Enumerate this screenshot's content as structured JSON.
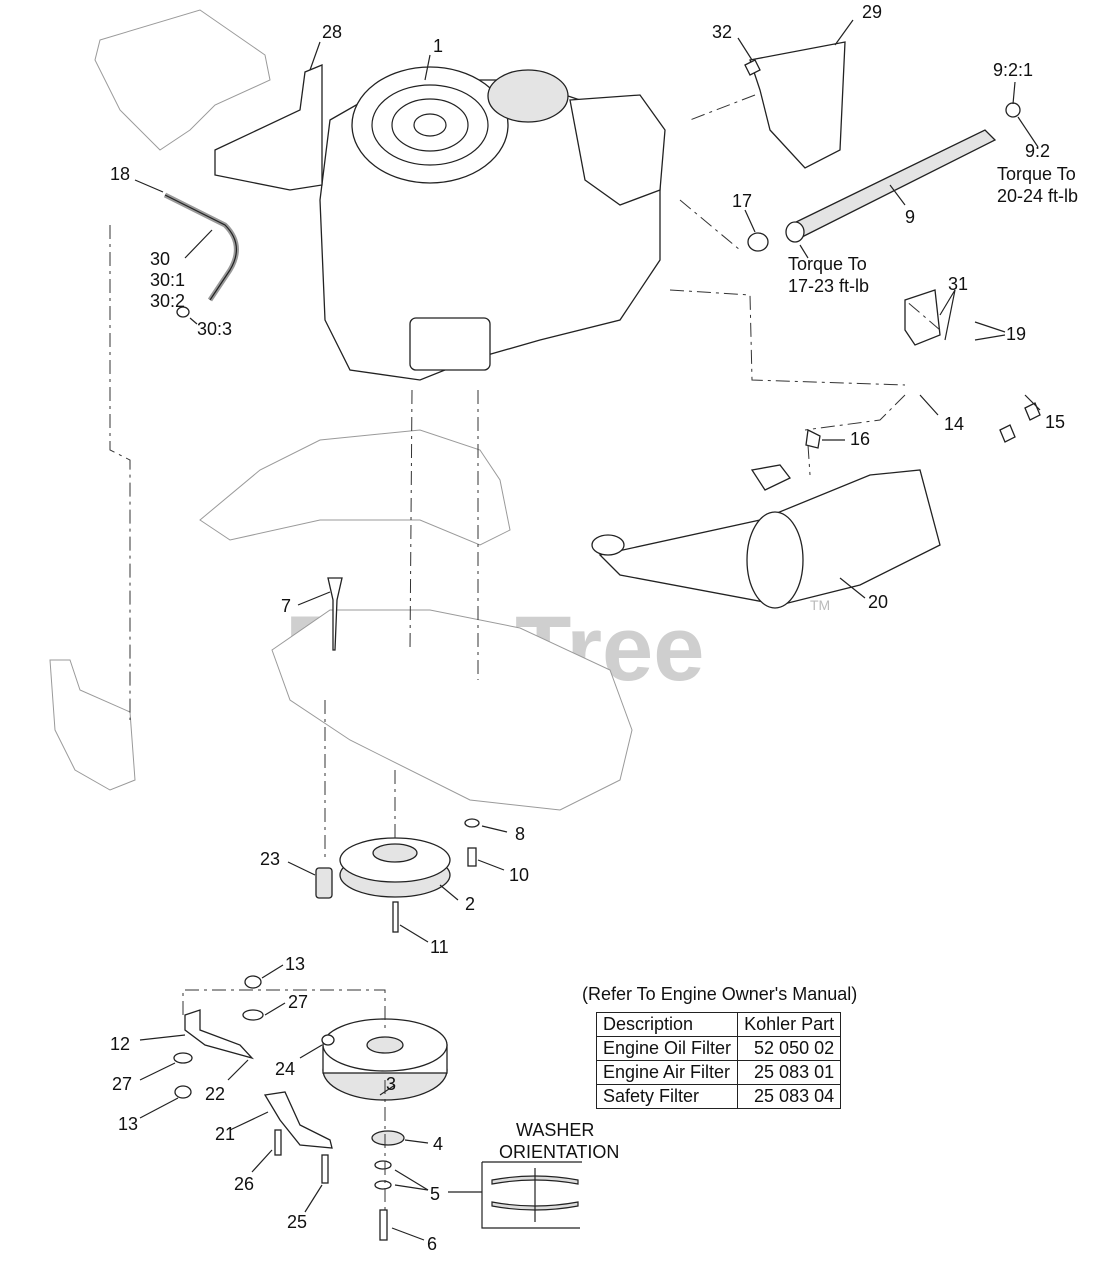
{
  "watermark": {
    "text": "PartsTree",
    "tm": "TM"
  },
  "callouts": {
    "c1": "1",
    "c2": "2",
    "c3": "3",
    "c4": "4",
    "c5": "5",
    "c6": "6",
    "c7": "7",
    "c8": "8",
    "c9": "9",
    "c9_2": "9:2",
    "c9_2_1": "9:2:1",
    "c10": "10",
    "c11": "11",
    "c12": "12",
    "c13a": "13",
    "c13b": "13",
    "c14": "14",
    "c15": "15",
    "c16": "16",
    "c17": "17",
    "c18": "18",
    "c19": "19",
    "c20": "20",
    "c21": "21",
    "c22": "22",
    "c23": "23",
    "c24": "24",
    "c25": "25",
    "c26": "26",
    "c27a": "27",
    "c27b": "27",
    "c28": "28",
    "c29": "29",
    "c30": "30",
    "c30_1": "30:1",
    "c30_2": "30:2",
    "c30_3": "30:3",
    "c31": "31",
    "c32": "32"
  },
  "notes": {
    "torque_9_2": [
      "Torque To",
      "20-24 ft-lb"
    ],
    "torque_17": [
      "Torque To",
      "17-23 ft-lb"
    ],
    "washer_orientation": [
      "WASHER",
      "ORIENTATION"
    ]
  },
  "table": {
    "caption": "(Refer To Engine Owner's Manual)",
    "headers": [
      "Description",
      "Kohler Part"
    ],
    "rows": [
      [
        "Engine Oil Filter",
        "52 050 02"
      ],
      [
        "Engine Air Filter",
        "25 083 01"
      ],
      [
        "Safety Filter",
        "25 083 04"
      ]
    ]
  }
}
